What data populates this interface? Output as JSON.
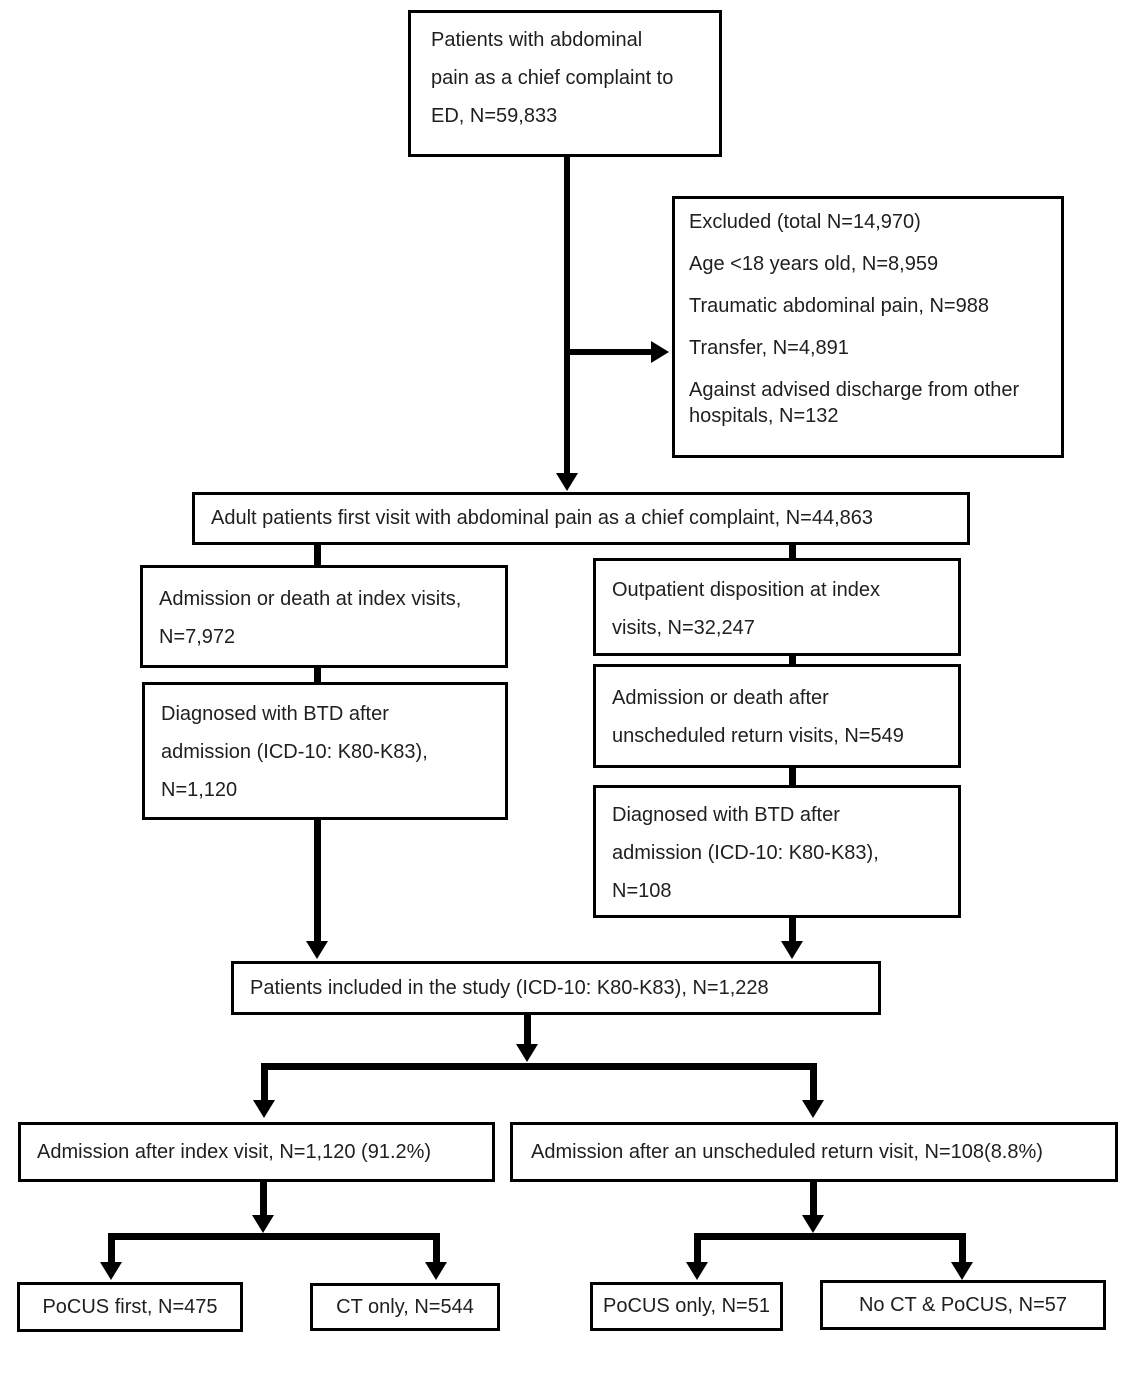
{
  "flow": {
    "box_top": {
      "lines": [
        "Patients with abdominal",
        "pain as a chief complaint to",
        "ED, N=59,833"
      ]
    },
    "box_excluded": {
      "title": "Excluded (total N=14,970)",
      "items": [
        "Age <18 years old, N=8,959",
        "Traumatic abdominal pain, N=988",
        "Transfer, N=4,891",
        "Against advised discharge from other hospitals, N=132"
      ]
    },
    "box_adult_first_visit": {
      "text": "Adult patients first visit with abdominal pain as a chief complaint, N=44,863"
    },
    "box_admission_or_death_index": {
      "lines": [
        "Admission or death at index visits,",
        "N=7,972"
      ]
    },
    "box_btd_after_admission_index": {
      "lines": [
        "Diagnosed with BTD after",
        "admission (ICD-10: K80-K83),",
        "N=1,120"
      ]
    },
    "box_outpatient_disposition": {
      "lines": [
        "Outpatient disposition at index",
        "visits, N=32,247"
      ]
    },
    "box_admission_or_death_return": {
      "lines": [
        "Admission or death after",
        "unscheduled return visits, N=549"
      ]
    },
    "box_btd_after_admission_return": {
      "lines": [
        "Diagnosed with BTD after",
        "admission (ICD-10: K80-K83),",
        "N=108"
      ]
    },
    "box_included": {
      "text": "Patients included in the study (ICD-10: K80-K83), N=1,228"
    },
    "box_admission_after_index": {
      "text": "Admission after index visit, N=1,120 (91.2%)"
    },
    "box_admission_after_return": {
      "text": "Admission after an unscheduled return visit, N=108(8.8%)"
    },
    "box_pocus_first": {
      "text": "PoCUS first, N=475"
    },
    "box_ct_only": {
      "text": "CT only, N=544"
    },
    "box_pocus_only": {
      "text": "PoCUS only, N=51"
    },
    "box_no_ct_pocus": {
      "text": "No CT & PoCUS, N=57"
    }
  },
  "colors": {
    "line": "#000000",
    "border": "#000000",
    "text": "#1f1f1f",
    "background": "#ffffff"
  }
}
